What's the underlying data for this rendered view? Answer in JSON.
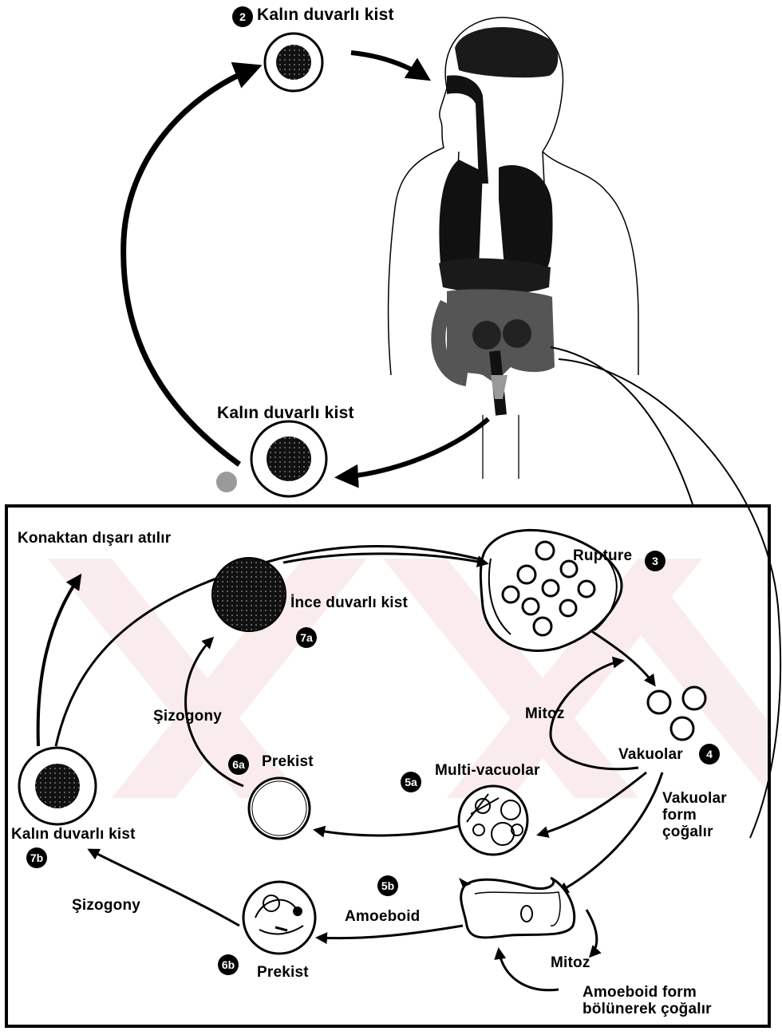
{
  "top": {
    "step2_badge": "2",
    "cyst_top_label": "Kalın duvarlı kist",
    "cyst_bottom_label": "Kalın duvarlı kist"
  },
  "box": {
    "expelled_label": "Konaktan dışarı atılır",
    "rupture_label": "Rupture",
    "step3_badge": "3",
    "thin_cyst_label": "İnce duvarlı kist",
    "step7a_badge": "7a",
    "schizogony_upper": "Şizogony",
    "mitoz_upper": "Mitoz",
    "vacuolar_label": "Vakuolar",
    "step4_badge": "4",
    "precyst_a_label": "Prekist",
    "step6a_badge": "6a",
    "multivacuolar_label": "Multi-vacuolar",
    "step5a_badge": "5a",
    "vacuolar_form_label": "Vakuolar form çoğalır",
    "thick_cyst_label": "Kalın duvarlı kist",
    "step7b_badge": "7b",
    "step5b_badge": "5b",
    "amoeboid_label": "Amoeboid",
    "schizogony_lower": "Şizogony",
    "precyst_b_label": "Prekist",
    "step6b_badge": "6b",
    "mitoz_lower": "Mitoz",
    "amoeboid_form_label": "Amoeboid form bölünerek çoğalır"
  },
  "colors": {
    "ink": "#000000",
    "organ_gray": "#555555",
    "watermark": "#f6dede"
  }
}
